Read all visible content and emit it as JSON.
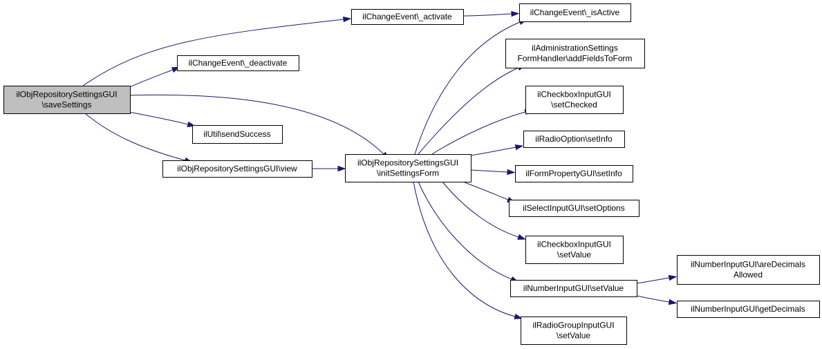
{
  "colors": {
    "edge": "#191970",
    "root_fill": "#bfbfbf",
    "node_fill": "#ffffff",
    "node_stroke": "#000000"
  },
  "nodes": [
    {
      "id": "saveSettings",
      "lines": [
        "ilObjRepositorySettingsGUI",
        "\\saveSettings"
      ],
      "root": true
    },
    {
      "id": "activate",
      "lines": [
        "ilChangeEvent\\_activate"
      ]
    },
    {
      "id": "deactivate",
      "lines": [
        "ilChangeEvent\\_deactivate"
      ]
    },
    {
      "id": "sendSuccess",
      "lines": [
        "ilUtil\\sendSuccess"
      ]
    },
    {
      "id": "view",
      "lines": [
        "ilObjRepositorySettingsGUI\\view"
      ]
    },
    {
      "id": "initSettingsForm",
      "lines": [
        "ilObjRepositorySettingsGUI",
        "\\initSettingsForm"
      ]
    },
    {
      "id": "isActive",
      "lines": [
        "ilChangeEvent\\_isActive"
      ]
    },
    {
      "id": "addFieldsToForm",
      "lines": [
        "ilAdministrationSettings",
        "FormHandler\\addFieldsToForm"
      ]
    },
    {
      "id": "cbSetChecked",
      "lines": [
        "ilCheckboxInputGUI",
        "\\setChecked"
      ]
    },
    {
      "id": "radioSetInfo",
      "lines": [
        "ilRadioOption\\setInfo"
      ]
    },
    {
      "id": "formPropSetInfo",
      "lines": [
        "ilFormPropertyGUI\\setInfo"
      ]
    },
    {
      "id": "selectSetOptions",
      "lines": [
        "ilSelectInputGUI\\setOptions"
      ]
    },
    {
      "id": "cbSetValue",
      "lines": [
        "ilCheckboxInputGUI",
        "\\setValue"
      ]
    },
    {
      "id": "numSetValue",
      "lines": [
        "ilNumberInputGUI\\setValue"
      ]
    },
    {
      "id": "radioGroupSetValue",
      "lines": [
        "ilRadioGroupInputGUI",
        "\\setValue"
      ]
    },
    {
      "id": "areDecimalsAllowed",
      "lines": [
        "ilNumberInputGUI\\areDecimals",
        "Allowed"
      ]
    },
    {
      "id": "getDecimals",
      "lines": [
        "ilNumberInputGUI\\getDecimals"
      ]
    }
  ],
  "edges": [
    {
      "from": "saveSettings",
      "to": "activate"
    },
    {
      "from": "saveSettings",
      "to": "deactivate"
    },
    {
      "from": "saveSettings",
      "to": "initSettingsForm"
    },
    {
      "from": "saveSettings",
      "to": "sendSuccess"
    },
    {
      "from": "saveSettings",
      "to": "view"
    },
    {
      "from": "activate",
      "to": "isActive"
    },
    {
      "from": "view",
      "to": "initSettingsForm"
    },
    {
      "from": "initSettingsForm",
      "to": "isActive"
    },
    {
      "from": "initSettingsForm",
      "to": "addFieldsToForm"
    },
    {
      "from": "initSettingsForm",
      "to": "cbSetChecked"
    },
    {
      "from": "initSettingsForm",
      "to": "radioSetInfo"
    },
    {
      "from": "initSettingsForm",
      "to": "formPropSetInfo"
    },
    {
      "from": "initSettingsForm",
      "to": "selectSetOptions"
    },
    {
      "from": "initSettingsForm",
      "to": "cbSetValue"
    },
    {
      "from": "initSettingsForm",
      "to": "numSetValue"
    },
    {
      "from": "initSettingsForm",
      "to": "radioGroupSetValue"
    },
    {
      "from": "numSetValue",
      "to": "areDecimalsAllowed"
    },
    {
      "from": "numSetValue",
      "to": "getDecimals"
    }
  ]
}
